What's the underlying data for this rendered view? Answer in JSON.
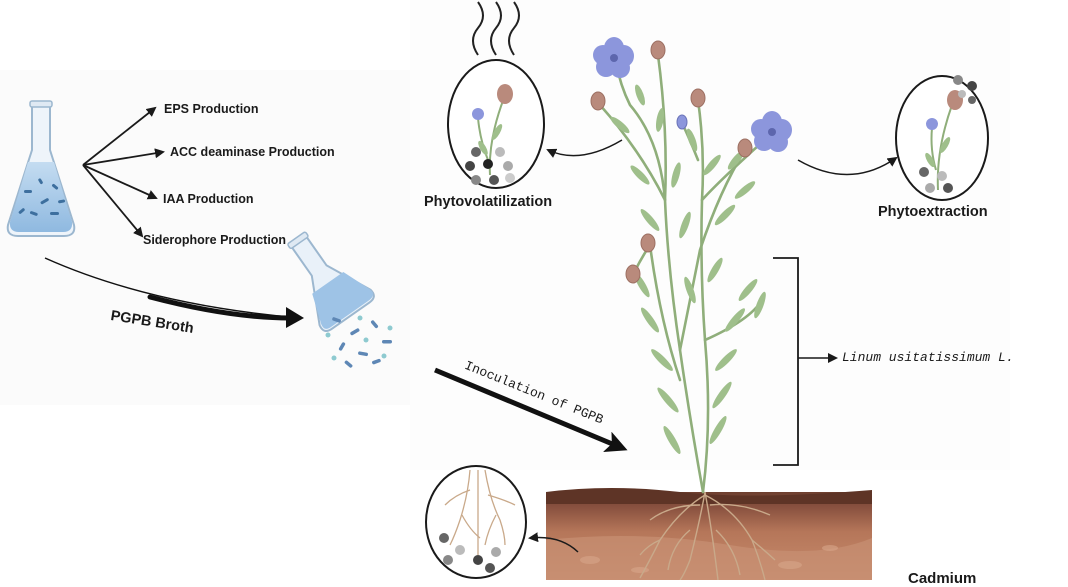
{
  "products": {
    "eps": "EPS Production",
    "acc": "ACC deaminase Production",
    "iaa": "IAA Production",
    "siderophore": "Siderophore Production"
  },
  "broth_label": "PGPB Broth",
  "inoculation_label": "Inoculation of PGPB",
  "plant_name": "Linum usitatissimum L.",
  "processes": {
    "volatilization": "Phytovolatilization",
    "extraction": "Phytoextraction"
  },
  "metal_label": "Cadmium",
  "colors": {
    "flower": "#8c96dc",
    "bud": "#b98a7c",
    "stem": "#8fae7a",
    "soil_top": "#7a4a38",
    "soil_mid": "#b77a5e",
    "broth": "#a9c9e8"
  }
}
